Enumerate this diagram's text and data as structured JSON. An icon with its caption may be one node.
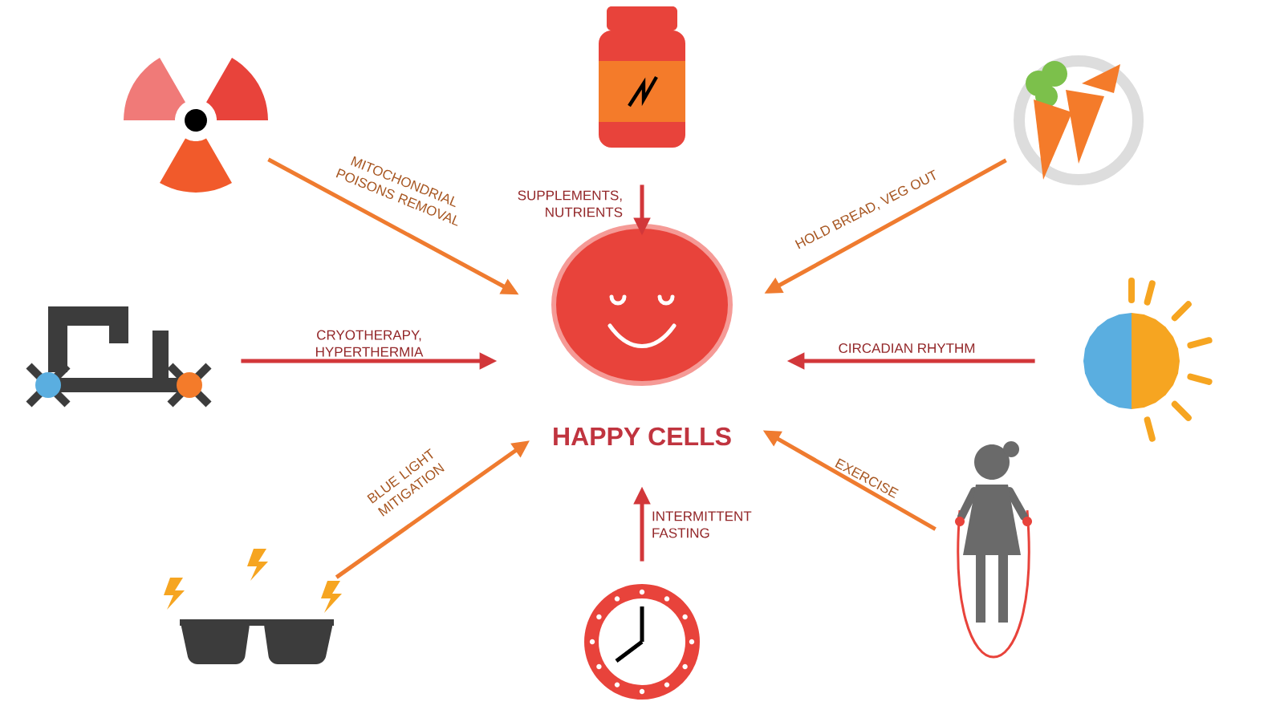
{
  "diagram": {
    "nodes": [
      {
        "text": [
          "HAPPY CELLS"
        ]
      },
      {
        "text": [],
        "shape": "picture"
      },
      {
        "text": [],
        "shape": "picture"
      },
      {
        "text": [],
        "shape": "picture"
      },
      {
        "text": [],
        "shape": "picture"
      },
      {
        "text": [],
        "shape": "picture"
      },
      {
        "text": [],
        "shape": "picture"
      },
      {
        "text": [],
        "shape": "picture"
      },
      {
        "text": [],
        "shape": "picture"
      }
    ],
    "edges": [
      {
        "from": 1,
        "to": 0,
        "arrow": "to",
        "label": "MITOCHONDRIAL POISONS REMOVAL",
        "color": "#ef7b2f"
      },
      {
        "from": 2,
        "to": 0,
        "arrow": "to",
        "label": "SUPPLEMENTS, NUTRIENTS",
        "color": "#d2373a"
      },
      {
        "from": 3,
        "to": 0,
        "arrow": "to",
        "label": "HOLD BREAD, VEG OUT",
        "color": "#ef7b2f"
      },
      {
        "from": 4,
        "to": 0,
        "arrow": "to",
        "label": "CRYOTHERAPY, HYPERTHERMIA",
        "color": "#d2373a"
      },
      {
        "from": 5,
        "to": 0,
        "arrow": "to",
        "label": "CIRCADIAN RHYTHM",
        "color": "#d2373a"
      },
      {
        "from": 6,
        "to": 0,
        "arrow": "to",
        "label": "BLUE LIGHT MITIGATION",
        "color": "#ef7b2f"
      },
      {
        "from": 8,
        "to": 0,
        "arrow": "to",
        "label": "EXERCISE",
        "color": "#ef7b2f"
      },
      {
        "from": 7,
        "to": 0,
        "arrow": "to",
        "label": "INTERMITTENT FASTING",
        "color": "#d2373a"
      }
    ]
  }
}
